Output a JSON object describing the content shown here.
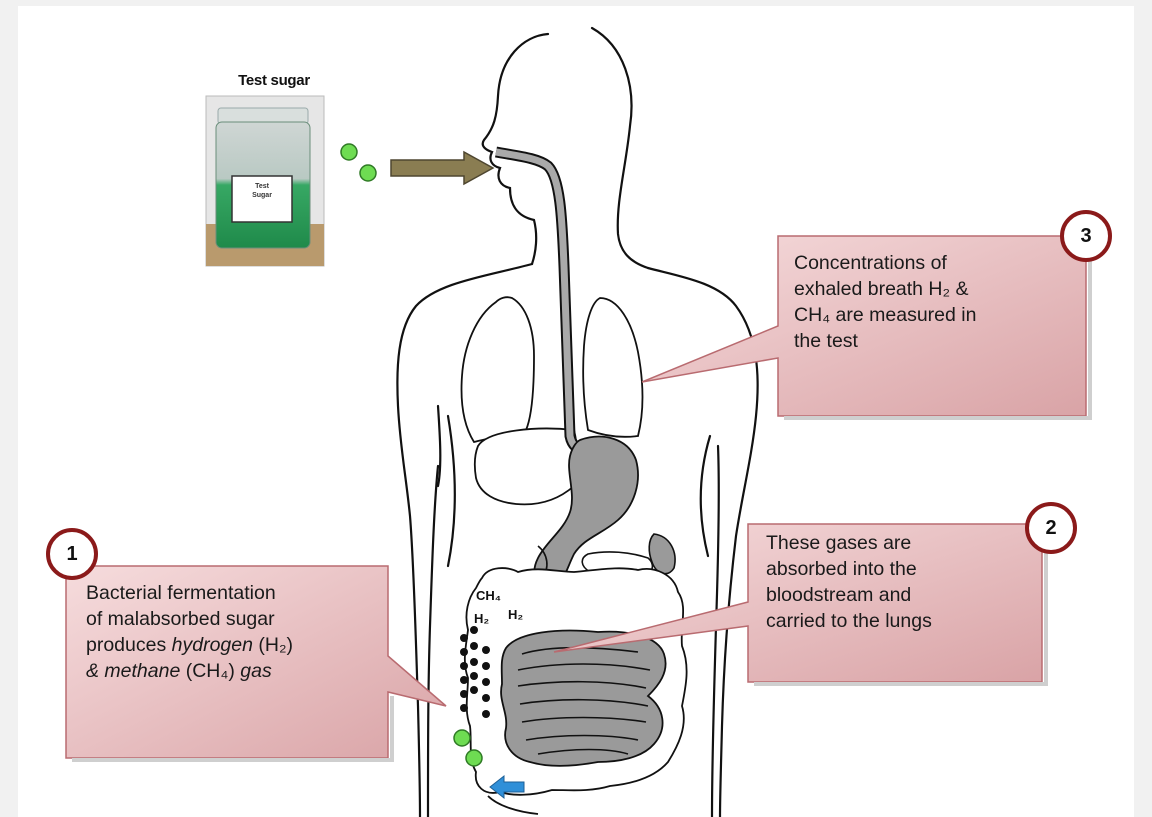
{
  "test_sugar": {
    "title": "Test sugar",
    "jar_label_line1": "Test",
    "jar_label_line2": "Sugar"
  },
  "gas_labels": {
    "ch4": "CH₄",
    "h2_left": "H₂",
    "h2_right": "H₂"
  },
  "callouts": [
    {
      "number": "1",
      "lines": [
        "Bacterial fermentation",
        "of malabsorbed sugar",
        "produces ",
        "hydrogen",
        " (H₂)",
        "& methane",
        " (CH₄) ",
        "gas"
      ]
    },
    {
      "number": "2",
      "lines": [
        "These gases are",
        "absorbed into the",
        "bloodstream and",
        "carried to the lungs"
      ]
    },
    {
      "number": "3",
      "lines": [
        "Concentrations of",
        "exhaled breath H₂  &",
        "CH₄ are measured in",
        "the test"
      ]
    }
  ],
  "colors": {
    "callout_fill": "#e3b7b9",
    "callout_border": "#b96b70",
    "number_ring": "#8b1a1a",
    "organ_gray": "#9a9a9a",
    "arrow_olive": "#8a7d52",
    "green_bubble": "#6edc52",
    "blue_arrow": "#2f8fd8"
  }
}
